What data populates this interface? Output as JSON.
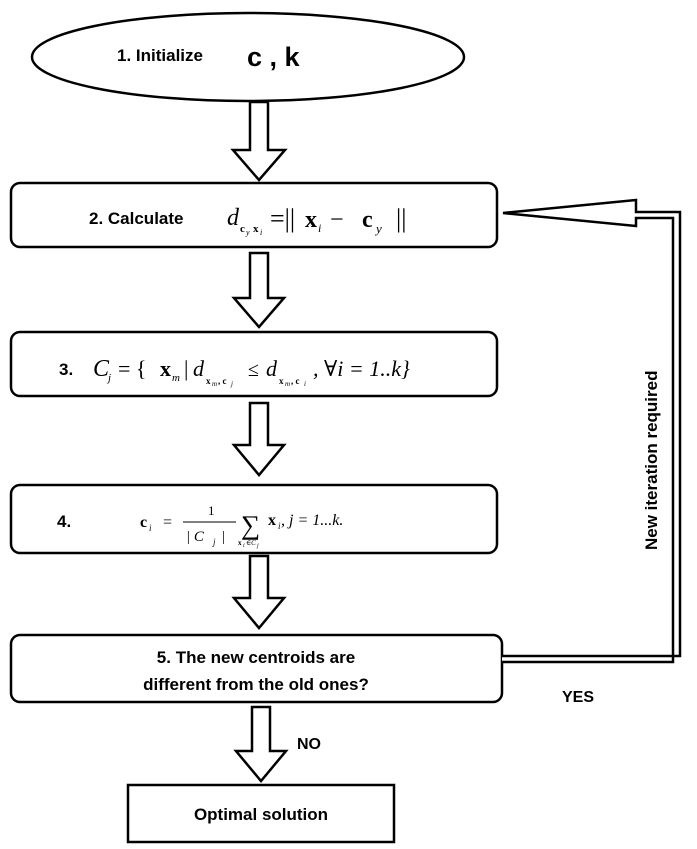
{
  "steps": {
    "init": {
      "label": "1. Initialize",
      "vars": "c , k"
    },
    "calc": {
      "label": "2. Calculate",
      "d": "d",
      "sub": "c",
      "subsub": "y",
      "sub2": "x",
      "sub2sub": "i",
      "eq": "=||",
      "x": "x",
      "xi": "i",
      "minus": "−",
      "c": "c",
      "cy": "y",
      "close": "||"
    },
    "assign": {
      "label": "3.",
      "text1": "C",
      "text1sub": "j",
      "text2": "= {",
      "xm": "x",
      "xmsub": "m",
      "bar": "|",
      "d1": "d",
      "d1sub": "x",
      "d1subsub": "m",
      "d1sub2": ", c",
      "d1sub2sub": "j",
      "le": "≤",
      "d2": "d",
      "d2sub": "x",
      "d2subsub": "m",
      "d2sub2": ", c",
      "d2sub2sub": "i",
      "tail": ", ∀i = 1..k}"
    },
    "update": {
      "label": "4.",
      "ci": "c",
      "cisub": "i",
      "eq": "=",
      "num": "1",
      "den": "| C",
      "densub": "j",
      "denclose": "|",
      "sigma": "∑",
      "sumsub": "x",
      "sumsubsub": "i",
      "sumsubin": "∈C",
      "sumsubinsub": "j",
      "xi": "x",
      "xisub": "i",
      "tail": ", j = 1...k."
    },
    "check": {
      "line1": "5. The new centroids are",
      "line2": "different from the old ones?"
    },
    "final": {
      "label": "Optimal solution"
    }
  },
  "edges": {
    "yes": "YES",
    "no": "NO",
    "loop": "New iteration required"
  }
}
